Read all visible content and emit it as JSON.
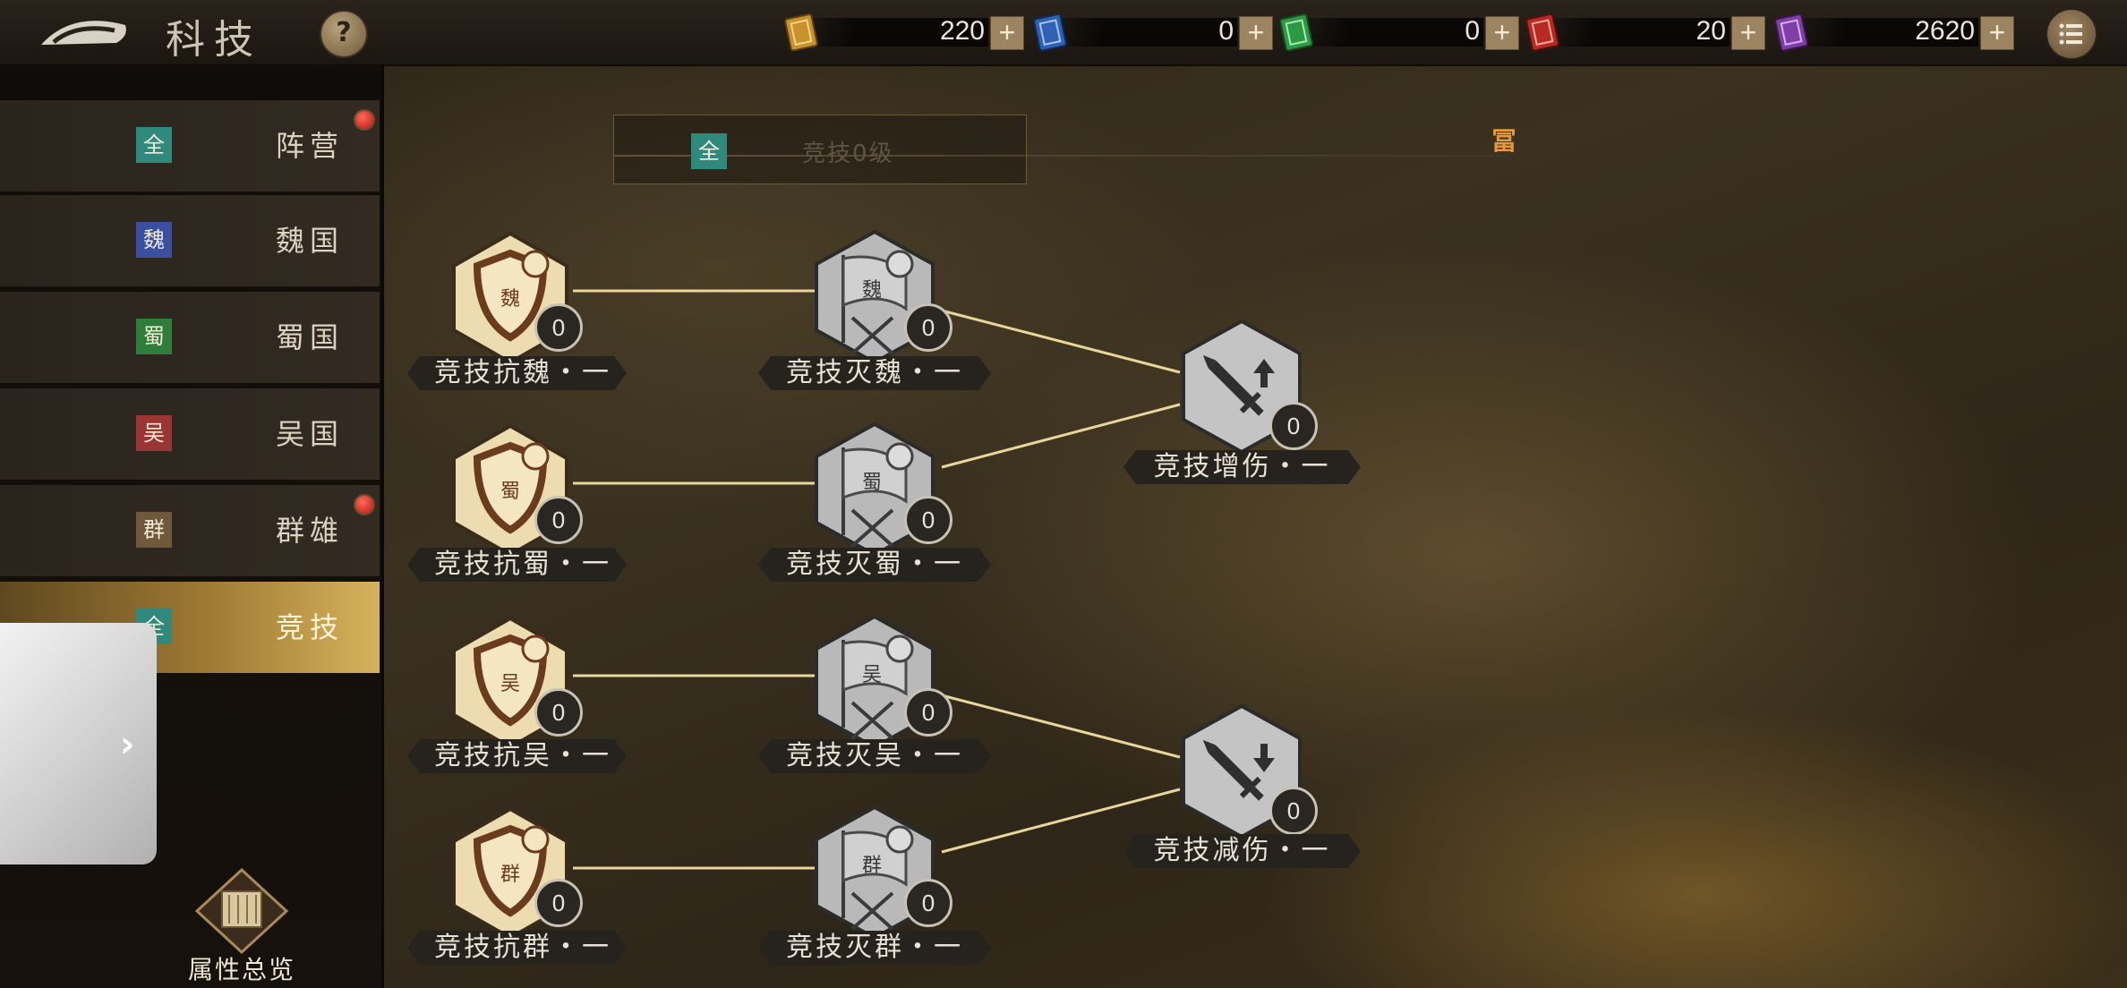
{
  "header": {
    "title": "科技",
    "help_label": "?"
  },
  "currencies": [
    {
      "name": "gold-scroll",
      "color": "#c9912c",
      "value": "220",
      "plus": "+"
    },
    {
      "name": "blue-scroll",
      "color": "#2f61b5",
      "value": "0",
      "plus": "+"
    },
    {
      "name": "green-scroll",
      "color": "#2d9a43",
      "value": "0",
      "plus": "+"
    },
    {
      "name": "red-scroll",
      "color": "#b72a22",
      "value": "20",
      "plus": "+"
    },
    {
      "name": "purple-scroll",
      "color": "#7f3fa6",
      "value": "2620",
      "plus": "+"
    }
  ],
  "sidebar": {
    "items": [
      {
        "badge": "全",
        "badge_color": "#2f8a7d",
        "label": "阵营",
        "has_red_dot": true
      },
      {
        "badge": "魏",
        "badge_color": "#3b4fa0",
        "label": "魏国",
        "has_red_dot": false
      },
      {
        "badge": "蜀",
        "badge_color": "#2f7d3a",
        "label": "蜀国",
        "has_red_dot": false
      },
      {
        "badge": "吴",
        "badge_color": "#9a3533",
        "label": "吴国",
        "has_red_dot": false
      },
      {
        "badge": "群",
        "badge_color": "#6e5a3a",
        "label": "群雄",
        "has_red_dot": true
      },
      {
        "badge": "全",
        "badge_color": "#2f8a7d",
        "label": "竞技",
        "has_red_dot": false,
        "active": true
      }
    ],
    "overview_label": "属性总览"
  },
  "level": {
    "badge": "全",
    "text": "竞技0级",
    "mark": "冨"
  },
  "nodes": {
    "anti_wei": {
      "glyph": "魏",
      "count": "0",
      "label": "竞技抗魏・一"
    },
    "anti_shu": {
      "glyph": "蜀",
      "count": "0",
      "label": "竞技抗蜀・一"
    },
    "anti_wu": {
      "glyph": "吴",
      "count": "0",
      "label": "竞技抗吴・一"
    },
    "anti_qun": {
      "glyph": "群",
      "count": "0",
      "label": "竞技抗群・一"
    },
    "kill_wei": {
      "glyph": "魏",
      "count": "0",
      "label": "竞技灭魏・一"
    },
    "kill_shu": {
      "glyph": "蜀",
      "count": "0",
      "label": "竞技灭蜀・一"
    },
    "kill_wu": {
      "glyph": "吴",
      "count": "0",
      "label": "竞技灭吴・一"
    },
    "kill_qun": {
      "glyph": "群",
      "count": "0",
      "label": "竞技灭群・一"
    },
    "dmg_up": {
      "count": "0",
      "label": "竞技增伤・一"
    },
    "dmg_down": {
      "count": "0",
      "label": "竞技减伤・一"
    }
  },
  "colors": {
    "accent_gold": "#d7b25c",
    "connector": "#e8d69a"
  }
}
